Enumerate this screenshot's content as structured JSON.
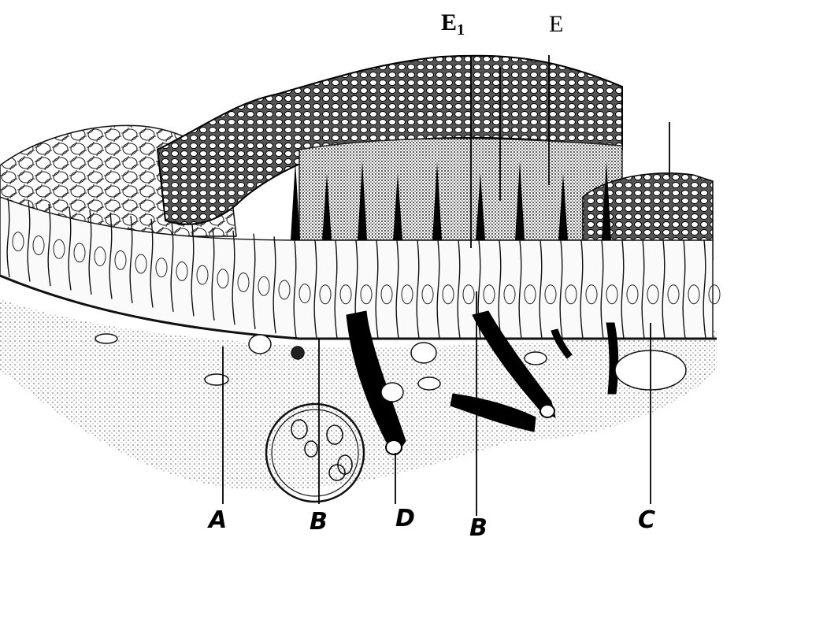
{
  "labels": {
    "e1": {
      "main": "E",
      "sub": "1"
    },
    "e": "E",
    "a": "A",
    "b_left": "B",
    "d": "D",
    "b_right": "B",
    "c": "C"
  },
  "colors": {
    "ink": "#000000",
    "stipple": "#3a3a3a",
    "paper": "#ffffff"
  }
}
